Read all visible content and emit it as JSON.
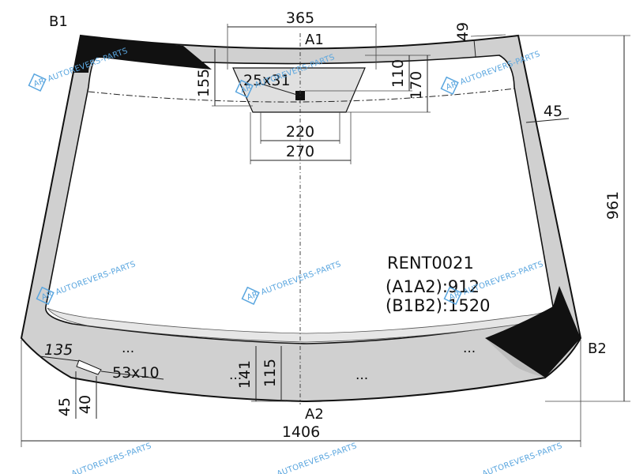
{
  "corner_labels": {
    "b1": "B1",
    "a1": "A1",
    "a2": "A2",
    "b2": "B2"
  },
  "dimensions": {
    "top_width": "365",
    "top_edge": "49",
    "side_edge": "45",
    "bracket_height": "155",
    "sensor": "25x31",
    "inner_110": "110",
    "inner_170": "170",
    "bottom_220": "220",
    "bottom_270": "270",
    "height": "961",
    "lower_135": "135",
    "slot": "53x10",
    "bottom_141": "141",
    "bottom_115": "115",
    "left_45": "45",
    "left_40": "40",
    "total_width": "1406"
  },
  "part": {
    "code": "RENT0021",
    "a1a2": "(A1A2):912",
    "b1b2": "(B1B2):1520"
  },
  "dots": "...",
  "watermark": {
    "text": "AUTOREVERS-PARTS",
    "logo": "AR"
  },
  "colors": {
    "glass": "#ffffff",
    "frame": "#cfcfcf",
    "ink": "#111111",
    "watermark": "#5aa6df"
  }
}
